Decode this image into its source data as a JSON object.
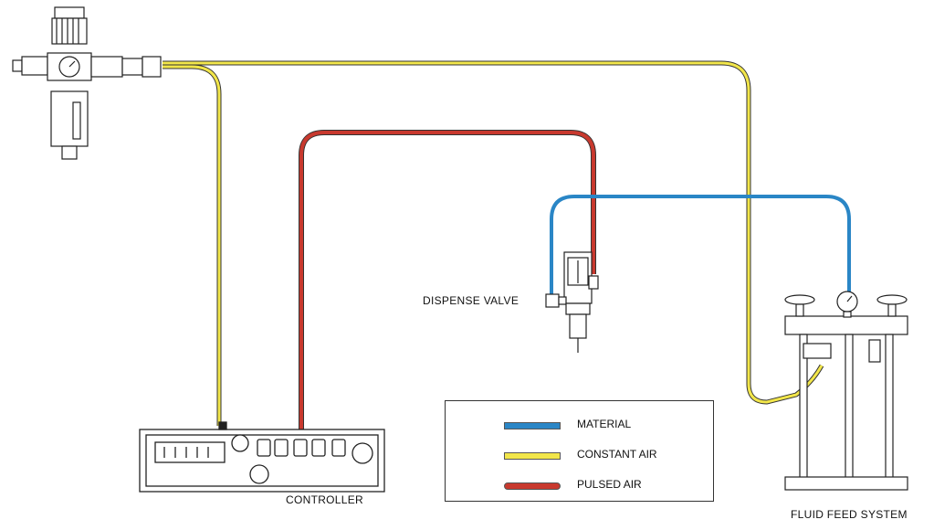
{
  "labels": {
    "dispense_valve": "DISPENSE VALVE",
    "controller": "CONTROLLER",
    "fluid_feed_system": "FLUID FEED SYSTEM"
  },
  "legend": [
    {
      "label": "MATERIAL",
      "color": "#2a86c6"
    },
    {
      "label": "CONSTANT AIR",
      "color": "#f2e64a"
    },
    {
      "label": "PULSED AIR",
      "color": "#c8392e"
    }
  ],
  "line_colors": {
    "material": "#2a86c6",
    "constant_air": "#f2e64a",
    "pulsed_air": "#c8392e"
  }
}
